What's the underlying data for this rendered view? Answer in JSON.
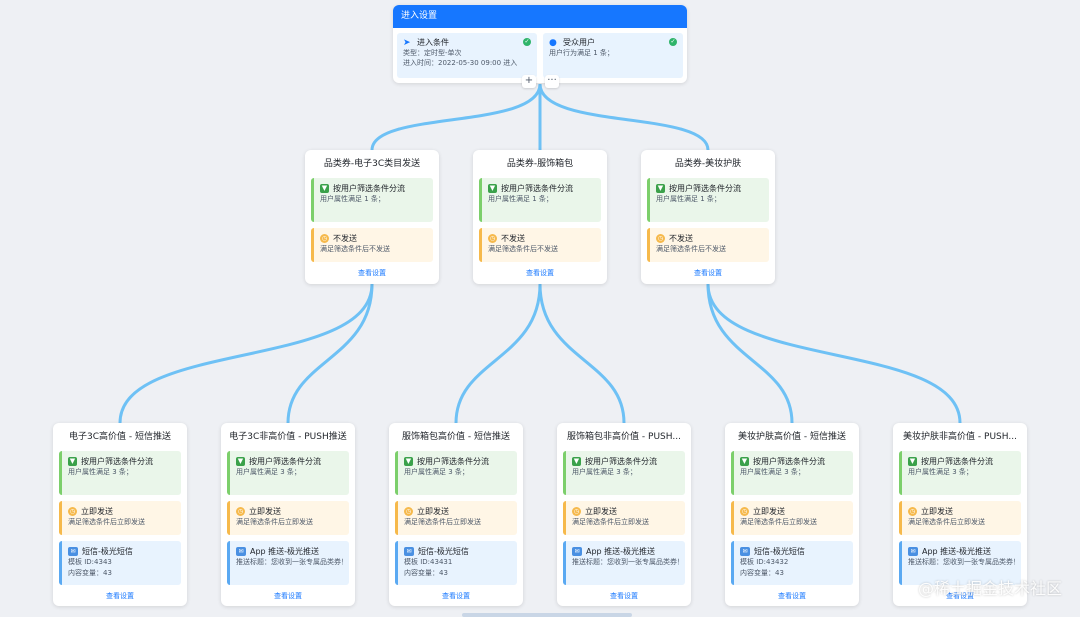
{
  "root": {
    "title": "进入设置",
    "entry": {
      "label": "进入条件",
      "line1": "类型：定时型-单次",
      "line2": "进入时间：2022-05-30 09:00 进入",
      "icon": "paper-plane-icon"
    },
    "audience": {
      "label": "受众用户",
      "line1": "用户行为满足 1 条；",
      "icon": "user-icon"
    },
    "add_label": "+",
    "more_label": "···"
  },
  "mid_nodes": [
    {
      "title": "品类券-电子3C类目发送",
      "filter": {
        "label": "按用户筛选条件分流",
        "desc": "用户属性满足 1 条；"
      },
      "send": {
        "label": "不发送",
        "desc": "满足筛选条件后不发送"
      },
      "link": "查看设置"
    },
    {
      "title": "品类券-服饰箱包",
      "filter": {
        "label": "按用户筛选条件分流",
        "desc": "用户属性满足 1 条；"
      },
      "send": {
        "label": "不发送",
        "desc": "满足筛选条件后不发送"
      },
      "link": "查看设置"
    },
    {
      "title": "品类券-美妆护肤",
      "filter": {
        "label": "按用户筛选条件分流",
        "desc": "用户属性满足 1 条；"
      },
      "send": {
        "label": "不发送",
        "desc": "满足筛选条件后不发送"
      },
      "link": "查看设置"
    }
  ],
  "leaf_nodes": [
    {
      "title": "电子3C高价值 - 短信推送",
      "filter": {
        "label": "按用户筛选条件分流",
        "desc": "用户属性满足 3 条；"
      },
      "send": {
        "label": "立即发送",
        "desc": "满足筛选条件后立即发送"
      },
      "msg": {
        "label": "短信-极光短信",
        "line1": "模板 ID:4343",
        "line2": "内容变量：43"
      },
      "link": "查看设置"
    },
    {
      "title": "电子3C非高价值 - PUSH推送",
      "filter": {
        "label": "按用户筛选条件分流",
        "desc": "用户属性满足 3 条；"
      },
      "send": {
        "label": "立即发送",
        "desc": "满足筛选条件后立即发送"
      },
      "msg": {
        "label": "App 推送-极光推送",
        "line1": "推送标题：您收到一张专属品类券！",
        "line2": ""
      },
      "link": "查看设置"
    },
    {
      "title": "服饰箱包高价值 - 短信推送",
      "filter": {
        "label": "按用户筛选条件分流",
        "desc": "用户属性满足 3 条；"
      },
      "send": {
        "label": "立即发送",
        "desc": "满足筛选条件后立即发送"
      },
      "msg": {
        "label": "短信-极光短信",
        "line1": "模板 ID:43431",
        "line2": "内容变量：43"
      },
      "link": "查看设置"
    },
    {
      "title": "服饰箱包非高价值 - PUSH...",
      "filter": {
        "label": "按用户筛选条件分流",
        "desc": "用户属性满足 3 条；"
      },
      "send": {
        "label": "立即发送",
        "desc": "满足筛选条件后立即发送"
      },
      "msg": {
        "label": "App 推送-极光推送",
        "line1": "推送标题：您收到一张专属品类券！",
        "line2": ""
      },
      "link": "查看设置"
    },
    {
      "title": "美妆护肤高价值 - 短信推送",
      "filter": {
        "label": "按用户筛选条件分流",
        "desc": "用户属性满足 3 条；"
      },
      "send": {
        "label": "立即发送",
        "desc": "满足筛选条件后立即发送"
      },
      "msg": {
        "label": "短信-极光短信",
        "line1": "模板 ID:43432",
        "line2": "内容变量：43"
      },
      "link": "查看设置"
    },
    {
      "title": "美妆护肤非高价值 - PUSH...",
      "filter": {
        "label": "按用户筛选条件分流",
        "desc": "用户属性满足 3 条；"
      },
      "send": {
        "label": "立即发送",
        "desc": "满足筛选条件后立即发送"
      },
      "msg": {
        "label": "App 推送-极光推送",
        "line1": "推送标题：您收到一张专属品类券！",
        "line2": ""
      },
      "link": "查看设置"
    }
  ],
  "watermark": "@稀土掘金技术社区",
  "colors": {
    "accent": "#1677ff",
    "edge": "#6ec1f5",
    "filter": "#7ccf6b",
    "send": "#f6b94b",
    "message": "#5aa9f2"
  }
}
